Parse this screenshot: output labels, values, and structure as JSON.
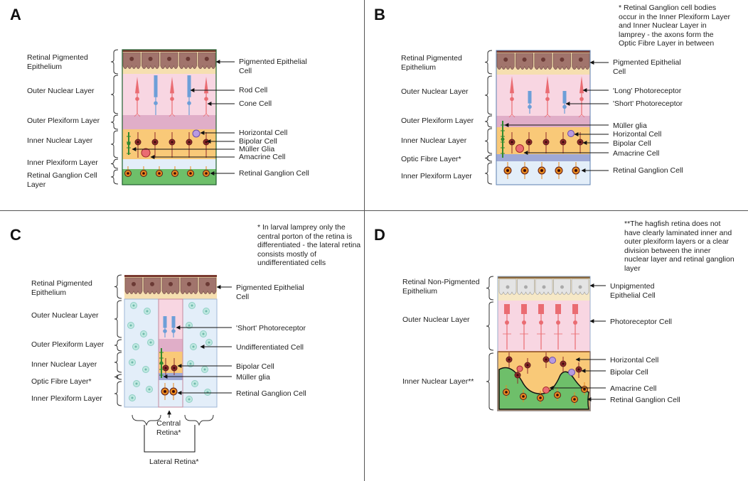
{
  "panelA": {
    "letter": "A",
    "left": [
      "Retinal Pigmented\nEpithelium",
      "Outer Nuclear Layer",
      "Outer Plexiform Layer",
      "Inner Nuclear Layer",
      "Inner Plexiform Layer",
      "Retinal Ganglion Cell\nLayer"
    ],
    "right": [
      "Pigmented Epithelial\nCell",
      "Rod Cell",
      "Cone Cell",
      "Horizontal Cell",
      "Bipolar Cell",
      "Müller Glia",
      "Amacrine Cell",
      "Retinal Ganglion Cell"
    ]
  },
  "panelB": {
    "letter": "B",
    "note": "* Retinal Ganglion cell bodies\noccur in the Inner Plexiform Layer\nand Inner Nuclear Layer in\nlamprey - the axons form the\nOptic Fibre Layer in between",
    "left": [
      "Retinal Pigmented\nEpithelium",
      "Outer Nuclear Layer",
      "Outer Plexiform Layer",
      "Inner Nuclear Layer",
      "Optic Fibre Layer*",
      "Inner Plexiform Layer"
    ],
    "right": [
      "Pigmented Epithelial\nCell",
      "'Long' Photoreceptor",
      "'Short' Photoreceptor",
      "Müller glia",
      "Horizontal Cell",
      "Bipolar Cell",
      "Amacrine Cell",
      "Retinal Ganglion Cell"
    ]
  },
  "panelC": {
    "letter": "C",
    "note": "* In larval lamprey only the\ncentral porton of the retina is\ndifferentiated - the lateral retina\nconsists mostly of\nundifferentiated cells",
    "left": [
      "Retinal Pigmented\nEpithelium",
      "Outer Nuclear Layer",
      "Outer Plexiform Layer",
      "Inner Nuclear Layer",
      "Optic Fibre Layer*",
      "Inner Plexiform Layer"
    ],
    "right": [
      "Pigmented Epithelial\nCell",
      "'Short' Photoreceptor",
      "Undifferentiated Cell",
      "Bipolar Cell",
      "Müller glia",
      "Retinal Ganglion Cell"
    ],
    "central": "Central\nRetina*",
    "lateral": "Lateral Retina*"
  },
  "panelD": {
    "letter": "D",
    "note": "**The hagfish retina does not\nhave clearly laminated inner and\nouter plexiform layers or a clear\ndivision between the inner\nnuclear layer and retinal ganglion\nlayer",
    "left": [
      "Retinal Non-Pigmented\nEpithelium",
      "Outer Nuclear Layer",
      "Inner Nuclear Layer**"
    ],
    "right": [
      "Unpigmented\nEpithelial Cell",
      "Photoreceptor Cell",
      "Horizontal Cell",
      "Bipolar Cell",
      "Amacrine Cell",
      "Retinal Ganglion Cell"
    ]
  },
  "colors": {
    "rpe": "#a1746c",
    "rpe_bg": "#f6dfb0",
    "onl": "#f8d6e2",
    "opl": "#e0aec8",
    "inl": "#f9c978",
    "ipl": "#e3eef9",
    "gcl": "#6ebf6a",
    "rod": "#6d9fd8",
    "cone": "#ea6c72",
    "ganglion": "#e88a1e",
    "bipolar": "#8e2b2b",
    "muller": "#2f8a2f",
    "undiff": "#bfe8e0",
    "hag_epi": "#e4e4e4"
  }
}
